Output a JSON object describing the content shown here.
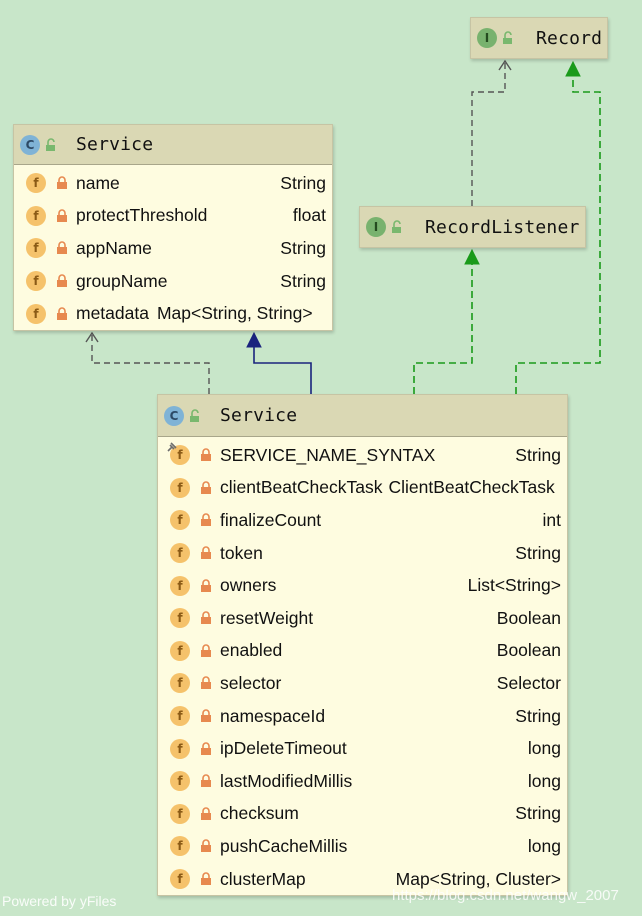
{
  "colors": {
    "background": "#c8e6c9",
    "node_body": "#fefce0",
    "node_header": "#dad8b4",
    "dependency_edge": "#555555",
    "inheritance_edge": "#1a237e",
    "implements_edge": "#1a9a1a"
  },
  "nodes": {
    "record": {
      "badge": "I",
      "title": "Record",
      "icon": "unlock-icon"
    },
    "record_listener": {
      "badge": "I",
      "title": "RecordListener",
      "icon": "unlock-icon"
    },
    "parent_service": {
      "badge": "C",
      "title": "Service",
      "icon": "unlock-icon",
      "fields": [
        {
          "badge": "f",
          "name": "name",
          "type": "String"
        },
        {
          "badge": "f",
          "name": "protectThreshold",
          "type": "float"
        },
        {
          "badge": "f",
          "name": "appName",
          "type": "String"
        },
        {
          "badge": "f",
          "name": "groupName",
          "type": "String"
        },
        {
          "badge": "f",
          "name": "metadata",
          "type": "Map<String, String>"
        }
      ]
    },
    "service": {
      "badge": "C",
      "title": "Service",
      "icon": "unlock-icon",
      "fields": [
        {
          "badge": "f",
          "name": "SERVICE_NAME_SYNTAX",
          "type": "String",
          "static": true
        },
        {
          "badge": "f",
          "name": "clientBeatCheckTask",
          "type": "ClientBeatCheckTask"
        },
        {
          "badge": "f",
          "name": "finalizeCount",
          "type": "int"
        },
        {
          "badge": "f",
          "name": "token",
          "type": "String"
        },
        {
          "badge": "f",
          "name": "owners",
          "type": "List<String>"
        },
        {
          "badge": "f",
          "name": "resetWeight",
          "type": "Boolean"
        },
        {
          "badge": "f",
          "name": "enabled",
          "type": "Boolean"
        },
        {
          "badge": "f",
          "name": "selector",
          "type": "Selector"
        },
        {
          "badge": "f",
          "name": "namespaceId",
          "type": "String"
        },
        {
          "badge": "f",
          "name": "ipDeleteTimeout",
          "type": "long"
        },
        {
          "badge": "f",
          "name": "lastModifiedMillis",
          "type": "long"
        },
        {
          "badge": "f",
          "name": "checksum",
          "type": "String"
        },
        {
          "badge": "f",
          "name": "pushCacheMillis",
          "type": "long"
        },
        {
          "badge": "f",
          "name": "clusterMap",
          "type": "Map<String, Cluster>"
        }
      ]
    }
  },
  "edges": [
    {
      "from": "service",
      "to": "parent_service",
      "kind": "dependency"
    },
    {
      "from": "service",
      "to": "parent_service",
      "kind": "extends"
    },
    {
      "from": "service",
      "to": "record_listener",
      "kind": "implements"
    },
    {
      "from": "service",
      "to": "record",
      "kind": "implements"
    },
    {
      "from": "record_listener",
      "to": "record",
      "kind": "dependency"
    }
  ],
  "footer": {
    "left": "Powered by yFiles",
    "right": "https://blog.csdn.net/wangw_2007"
  }
}
